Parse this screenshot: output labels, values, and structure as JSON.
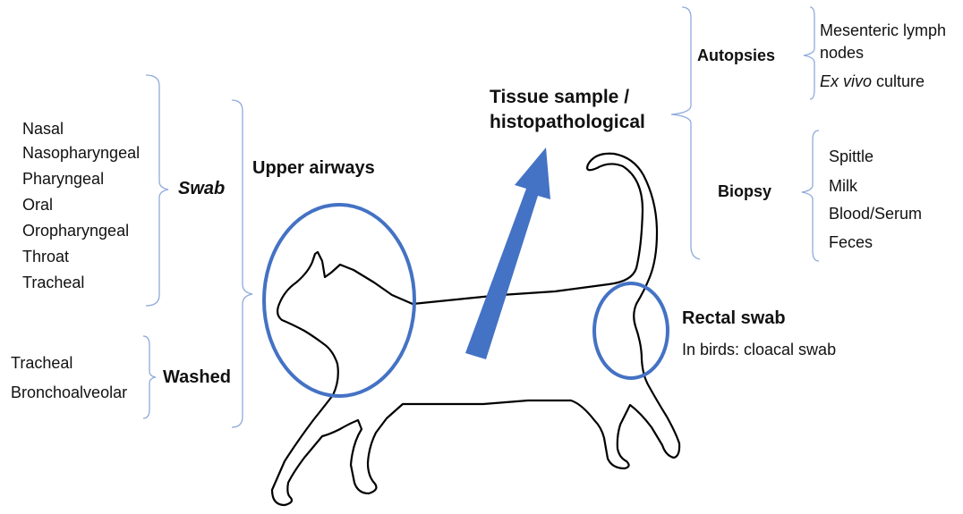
{
  "swab": {
    "label": "Swab",
    "items": [
      "Nasal",
      "Nasopharyngeal",
      "Pharyngeal",
      "Oral",
      "Oropharyngeal",
      "Throat",
      "Tracheal"
    ]
  },
  "washed": {
    "label": "Washed",
    "items": [
      "Tracheal",
      "Bronchoalveolar"
    ]
  },
  "upper_airways": {
    "label": "Upper airways"
  },
  "tissue": {
    "line1": "Tissue sample /",
    "line2": "histopathological"
  },
  "autopsies": {
    "label": "Autopsies",
    "item1_line1": "Mesenteric lymph",
    "item1_line2": "nodes",
    "item2_italic": "Ex vivo",
    "item2_rest": " culture"
  },
  "biopsy": {
    "label": "Biopsy",
    "items": [
      "Spittle",
      "Milk",
      "Blood/Serum",
      "Feces"
    ]
  },
  "rectal": {
    "label": "Rectal swab",
    "note": "In birds: cloacal swab"
  },
  "colors": {
    "accent_blue": "#4472c4",
    "bracket": "#8eaadb",
    "outline": "#000000"
  }
}
